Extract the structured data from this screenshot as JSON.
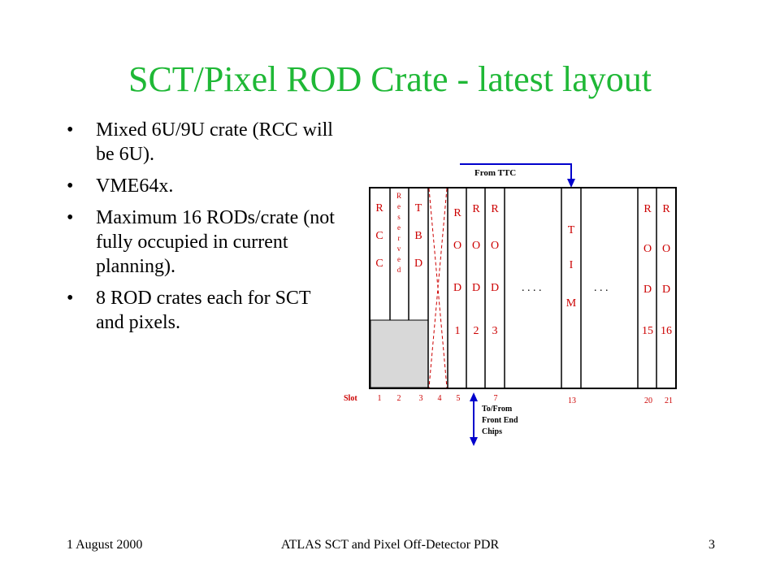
{
  "slide": {
    "title": "SCT/Pixel ROD Crate - latest layout",
    "bullets": [
      "Mixed 6U/9U crate (RCC will be 6U).",
      "VME64x.",
      "Maximum 16 RODs/crate (not fully occupied in current planning).",
      "8 ROD crates each for SCT and pixels."
    ],
    "footer": {
      "date": "1 August 2000",
      "event": "ATLAS SCT and Pixel Off-Detector PDR",
      "page": "3"
    }
  },
  "diagram": {
    "from_ttc": "From TTC",
    "front_end": [
      "To/From",
      "Front End",
      "Chips"
    ],
    "slot_label": "Slot",
    "slot_numbers": [
      "1",
      "2",
      "3",
      "4",
      "5",
      "7",
      "13",
      "20",
      "21"
    ],
    "rcc": [
      "R",
      "C",
      "C"
    ],
    "reserved": [
      "R",
      "e",
      "s",
      "e",
      "r",
      "v",
      "e",
      "d"
    ],
    "tbd": [
      "T",
      "B",
      "D"
    ],
    "rod_letters": [
      "R",
      "O",
      "D"
    ],
    "rod_numbers": [
      "1",
      "2",
      "3",
      "15",
      "16"
    ],
    "tim": [
      "T",
      "I",
      "M"
    ],
    "ellipsis_left": ". . . .",
    "ellipsis_right": ". . .",
    "colors": {
      "title": "#1fb836",
      "label_red": "#cc0000",
      "arrow_blue": "#0000cc",
      "shade": "#d8d8d8"
    }
  }
}
